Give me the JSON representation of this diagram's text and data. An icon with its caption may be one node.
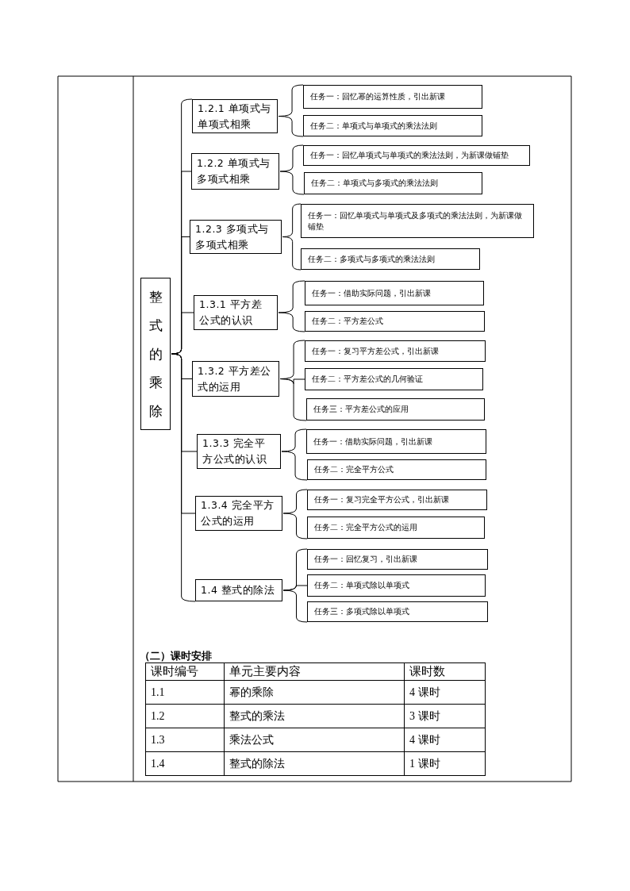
{
  "diagram": {
    "nodes": [
      {
        "text": [
          "整式的乘除"
        ]
      },
      {
        "text": [
          "1.2.1 单项式与单项式相乘"
        ]
      },
      {
        "text": [
          "任务一：回忆幂的运算性质，引出新课"
        ]
      },
      {
        "text": [
          "任务二：单项式与单项式的乘法法则"
        ]
      },
      {
        "text": [
          "1.2.2 单项式与多项式相乘"
        ]
      },
      {
        "text": [
          "任务一：回忆单项式与单项式的乘法法则，为新课做铺垫"
        ]
      },
      {
        "text": [
          "任务二：单项式与多项式的乘法法则"
        ]
      },
      {
        "text": [
          "1.2.3 多项式与多项式相乘"
        ]
      },
      {
        "text": [
          "任务一：回忆单项式与单项式及多项式的乘法法则，为新课做铺垫"
        ]
      },
      {
        "text": [
          "任务二：多项式与多项式的乘法法则"
        ]
      },
      {
        "text": [
          "1.3.1 平方差公式的认识"
        ]
      },
      {
        "text": [
          "任务一：借助实际问题，引出新课"
        ]
      },
      {
        "text": [
          "任务二：平方差公式"
        ]
      },
      {
        "text": [
          "1.3.2 平方差公式的运用"
        ]
      },
      {
        "text": [
          "任务一：复习平方差公式，引出新课"
        ]
      },
      {
        "text": [
          "任务二：平方差公式的几何验证"
        ]
      },
      {
        "text": [
          "任务三：平方差公式的应用"
        ]
      },
      {
        "text": [
          "1.3.3 完全平方公式的认识"
        ]
      },
      {
        "text": [
          "任务一：借助实际问题，引出新课"
        ]
      },
      {
        "text": [
          "任务二：完全平方公式"
        ]
      },
      {
        "text": [
          "1.3.4 完全平方公式的运用"
        ]
      },
      {
        "text": [
          "任务一：复习完全平方公式，引出新课"
        ]
      },
      {
        "text": [
          "任务二：完全平方公式的运用"
        ]
      },
      {
        "text": [
          "1.4 整式的除法"
        ]
      },
      {
        "text": [
          "任务一：回忆复习，引出新课"
        ]
      },
      {
        "text": [
          "任务二：单项式除以单项式"
        ]
      },
      {
        "text": [
          "任务三：多项式除以单项式"
        ]
      }
    ],
    "edges": [
      {
        "from": 0,
        "to": 1,
        "arrow": "none"
      },
      {
        "from": 0,
        "to": 4,
        "arrow": "none"
      },
      {
        "from": 0,
        "to": 7,
        "arrow": "none"
      },
      {
        "from": 0,
        "to": 10,
        "arrow": "none"
      },
      {
        "from": 0,
        "to": 13,
        "arrow": "none"
      },
      {
        "from": 0,
        "to": 17,
        "arrow": "none"
      },
      {
        "from": 0,
        "to": 20,
        "arrow": "none"
      },
      {
        "from": 0,
        "to": 23,
        "arrow": "none"
      },
      {
        "from": 1,
        "to": 2,
        "arrow": "none"
      },
      {
        "from": 1,
        "to": 3,
        "arrow": "none"
      },
      {
        "from": 4,
        "to": 5,
        "arrow": "none"
      },
      {
        "from": 4,
        "to": 6,
        "arrow": "none"
      },
      {
        "from": 7,
        "to": 8,
        "arrow": "none"
      },
      {
        "from": 7,
        "to": 9,
        "arrow": "none"
      },
      {
        "from": 10,
        "to": 11,
        "arrow": "none"
      },
      {
        "from": 10,
        "to": 12,
        "arrow": "none"
      },
      {
        "from": 13,
        "to": 14,
        "arrow": "none"
      },
      {
        "from": 13,
        "to": 15,
        "arrow": "none"
      },
      {
        "from": 13,
        "to": 16,
        "arrow": "none"
      },
      {
        "from": 17,
        "to": 18,
        "arrow": "none"
      },
      {
        "from": 17,
        "to": 19,
        "arrow": "none"
      },
      {
        "from": 20,
        "to": 21,
        "arrow": "none"
      },
      {
        "from": 20,
        "to": 22,
        "arrow": "none"
      },
      {
        "from": 23,
        "to": 24,
        "arrow": "none"
      },
      {
        "from": 23,
        "to": 25,
        "arrow": "none"
      },
      {
        "from": 23,
        "to": 26,
        "arrow": "none"
      }
    ],
    "labels": [
      "（二）课时安排",
      "课时编号",
      "单元主要内容",
      "课时数",
      "1.1",
      "幂的乘除",
      "4 课时",
      "1.2",
      "整式的乘法",
      "3 课时",
      "1.3",
      "乘法公式",
      "4 课时",
      "1.4",
      "整式的除法",
      "1 课时"
    ]
  }
}
